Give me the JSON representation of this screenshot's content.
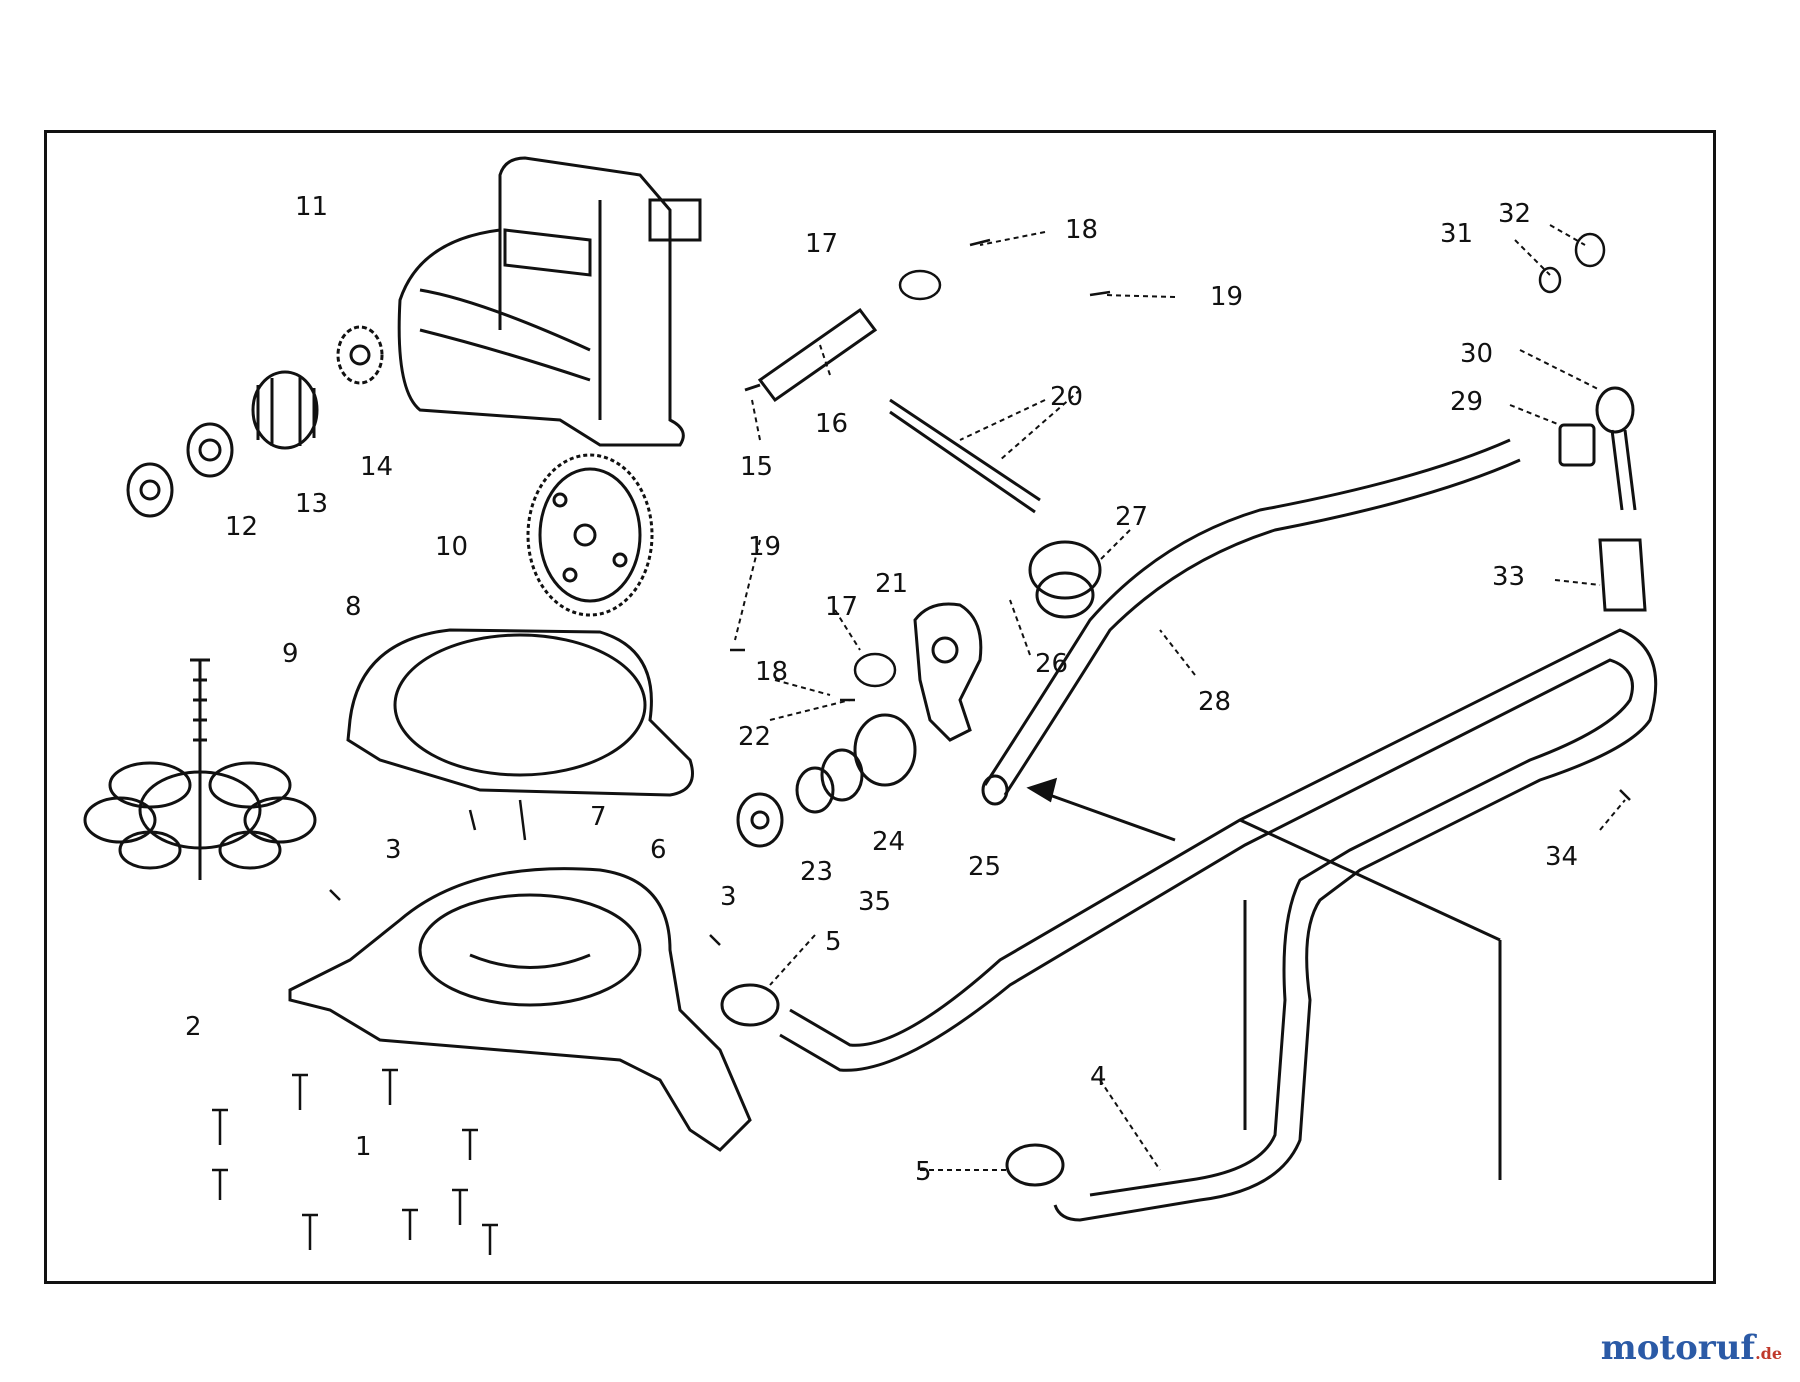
{
  "diagram": {
    "callouts": [
      "1",
      "2",
      "3",
      "3",
      "4",
      "5",
      "5",
      "6",
      "7",
      "8",
      "9",
      "10",
      "11",
      "12",
      "13",
      "14",
      "15",
      "16",
      "17",
      "17",
      "18",
      "18",
      "19",
      "19",
      "20",
      "21",
      "22",
      "23",
      "24",
      "25",
      "26",
      "27",
      "28",
      "29",
      "30",
      "31",
      "32",
      "33",
      "34",
      "35"
    ]
  },
  "watermark": {
    "brand": "motoruf",
    "tld": ".de"
  }
}
